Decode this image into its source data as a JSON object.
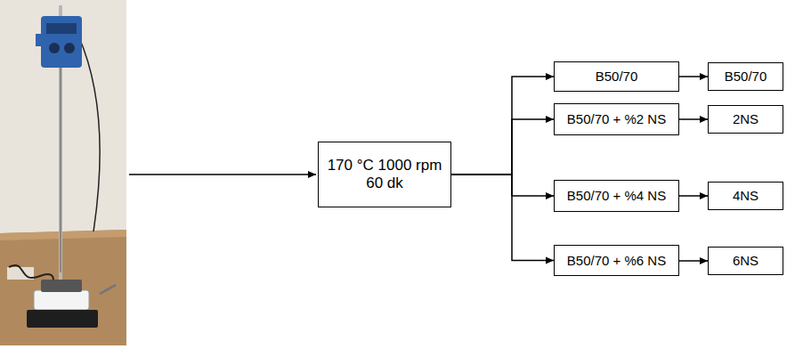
{
  "diagram": {
    "nodes": [
      {
        "text": [
          "170 °C 1000 rpm 60 dk"
        ]
      },
      {
        "text": [
          "B50/70"
        ]
      },
      {
        "text": [
          "B50/70 + %2 NS"
        ]
      },
      {
        "text": [
          "B50/70 + %4 NS"
        ]
      },
      {
        "text": [
          "B50/70 + %6 NS"
        ]
      },
      {
        "text": [
          "B50/70"
        ]
      },
      {
        "text": [
          "2NS"
        ]
      },
      {
        "text": [
          "4NS"
        ]
      },
      {
        "text": [
          "6NS"
        ]
      }
    ],
    "edges": [
      {
        "from": 0,
        "to": 1,
        "arrow": "to"
      },
      {
        "from": 0,
        "to": 2,
        "arrow": "to"
      },
      {
        "from": 0,
        "to": 3,
        "arrow": "to"
      },
      {
        "from": 0,
        "to": 4,
        "arrow": "to"
      },
      {
        "from": 1,
        "to": 5,
        "arrow": "to"
      },
      {
        "from": 2,
        "to": 6,
        "arrow": "to"
      },
      {
        "from": 3,
        "to": 7,
        "arrow": "to"
      },
      {
        "from": 4,
        "to": 8,
        "arrow": "to"
      }
    ]
  }
}
